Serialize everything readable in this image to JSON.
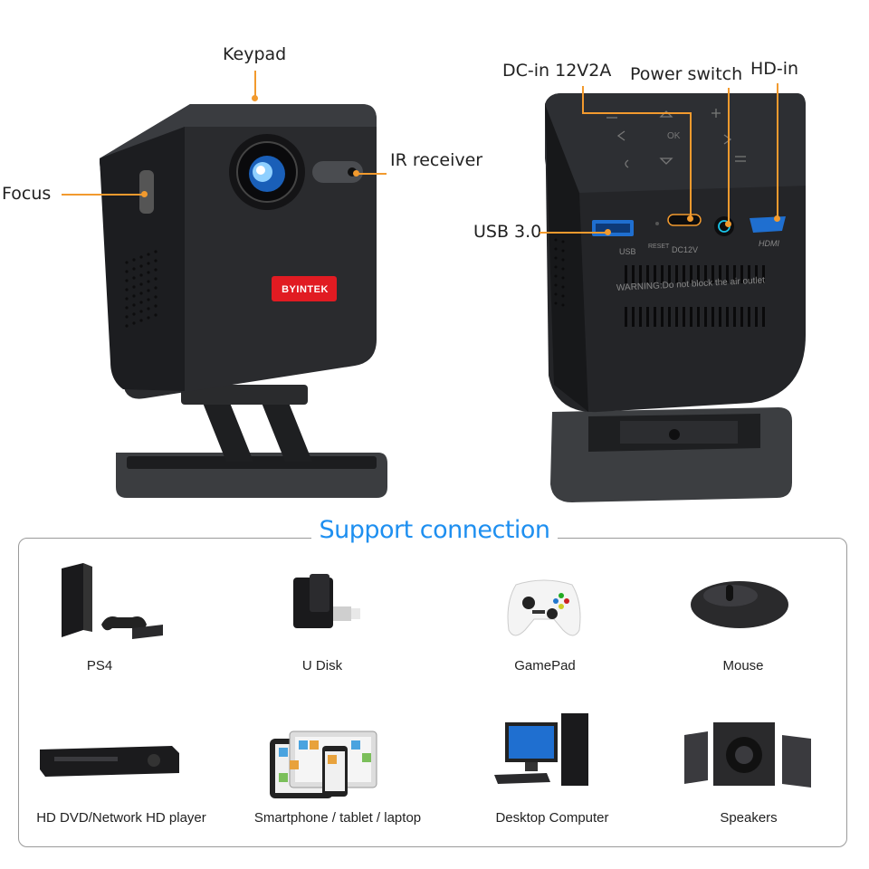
{
  "callouts": {
    "keypad": "Keypad",
    "focus": "Focus",
    "ir_receiver": "IR receiver",
    "dc_in": "DC-in 12V2A",
    "power_switch": "Power switch",
    "hd_in": "HD-in",
    "usb": "USB 3.0"
  },
  "product": {
    "brand": "BYINTEK",
    "port_usb": "USB",
    "port_reset": "RESET",
    "port_dc": "DC12V",
    "port_hdmi": "HDMI",
    "warning": "WARNING:Do not block the air outlet",
    "keypad_ok": "OK"
  },
  "section_title": "Support connection",
  "devices": [
    {
      "label": "PS4",
      "icon": "ps4-console-icon"
    },
    {
      "label": "U Disk",
      "icon": "usb-drive-icon"
    },
    {
      "label": "GamePad",
      "icon": "gamepad-icon"
    },
    {
      "label": "Mouse",
      "icon": "mouse-icon"
    },
    {
      "label": "HD DVD/Network HD player",
      "icon": "dvd-player-icon"
    },
    {
      "label": "Smartphone / tablet / laptop",
      "icon": "devices-icon"
    },
    {
      "label": "Desktop Computer",
      "icon": "desktop-computer-icon"
    },
    {
      "label": "Speakers",
      "icon": "speakers-icon"
    }
  ],
  "colors": {
    "accent_orange": "#f29a2e",
    "title_blue": "#1e8ff0",
    "brand_red": "#e11b22"
  }
}
